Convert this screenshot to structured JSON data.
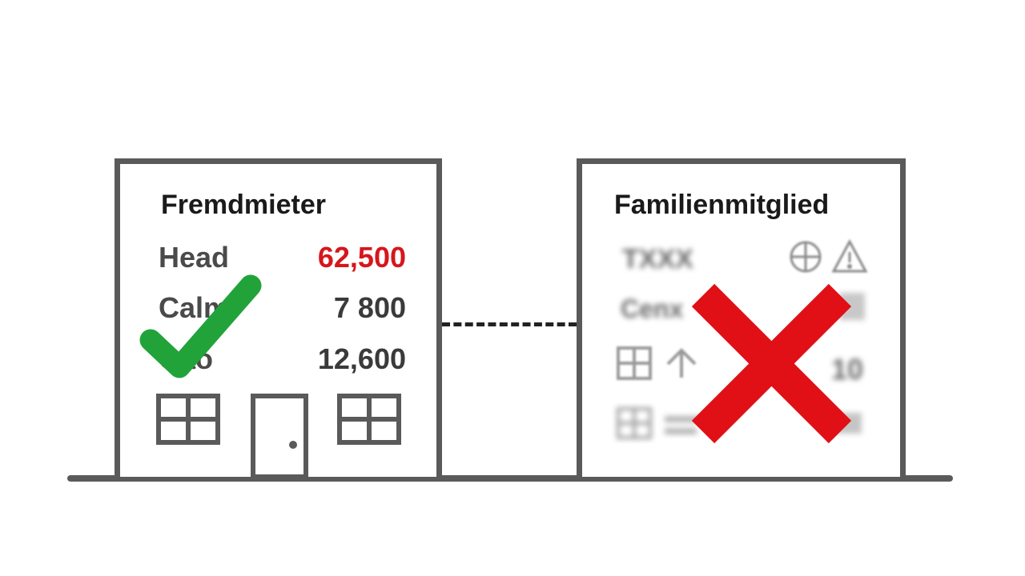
{
  "left_panel": {
    "title": "Fremdmieter",
    "rows": [
      {
        "label": "Head",
        "value": "62,500",
        "value_color": "#d6161c"
      },
      {
        "label": "Calm",
        "value": "7 800",
        "value_color": "#3a3a3a"
      },
      {
        "label": "Cao",
        "value": "12,600",
        "value_color": "#3a3a3a"
      }
    ],
    "status_icon": "checkmark-icon",
    "status_color": "#22a33a"
  },
  "right_panel": {
    "title": "Familienmitglied",
    "blurred_rows": [
      {
        "label": "TXXX"
      },
      {
        "label": "Cenx"
      },
      {
        "value": "10"
      }
    ],
    "status_icon": "cross-icon",
    "status_color": "#e01016"
  },
  "colors": {
    "outline": "#5a5a5a",
    "connector": "#222222"
  }
}
